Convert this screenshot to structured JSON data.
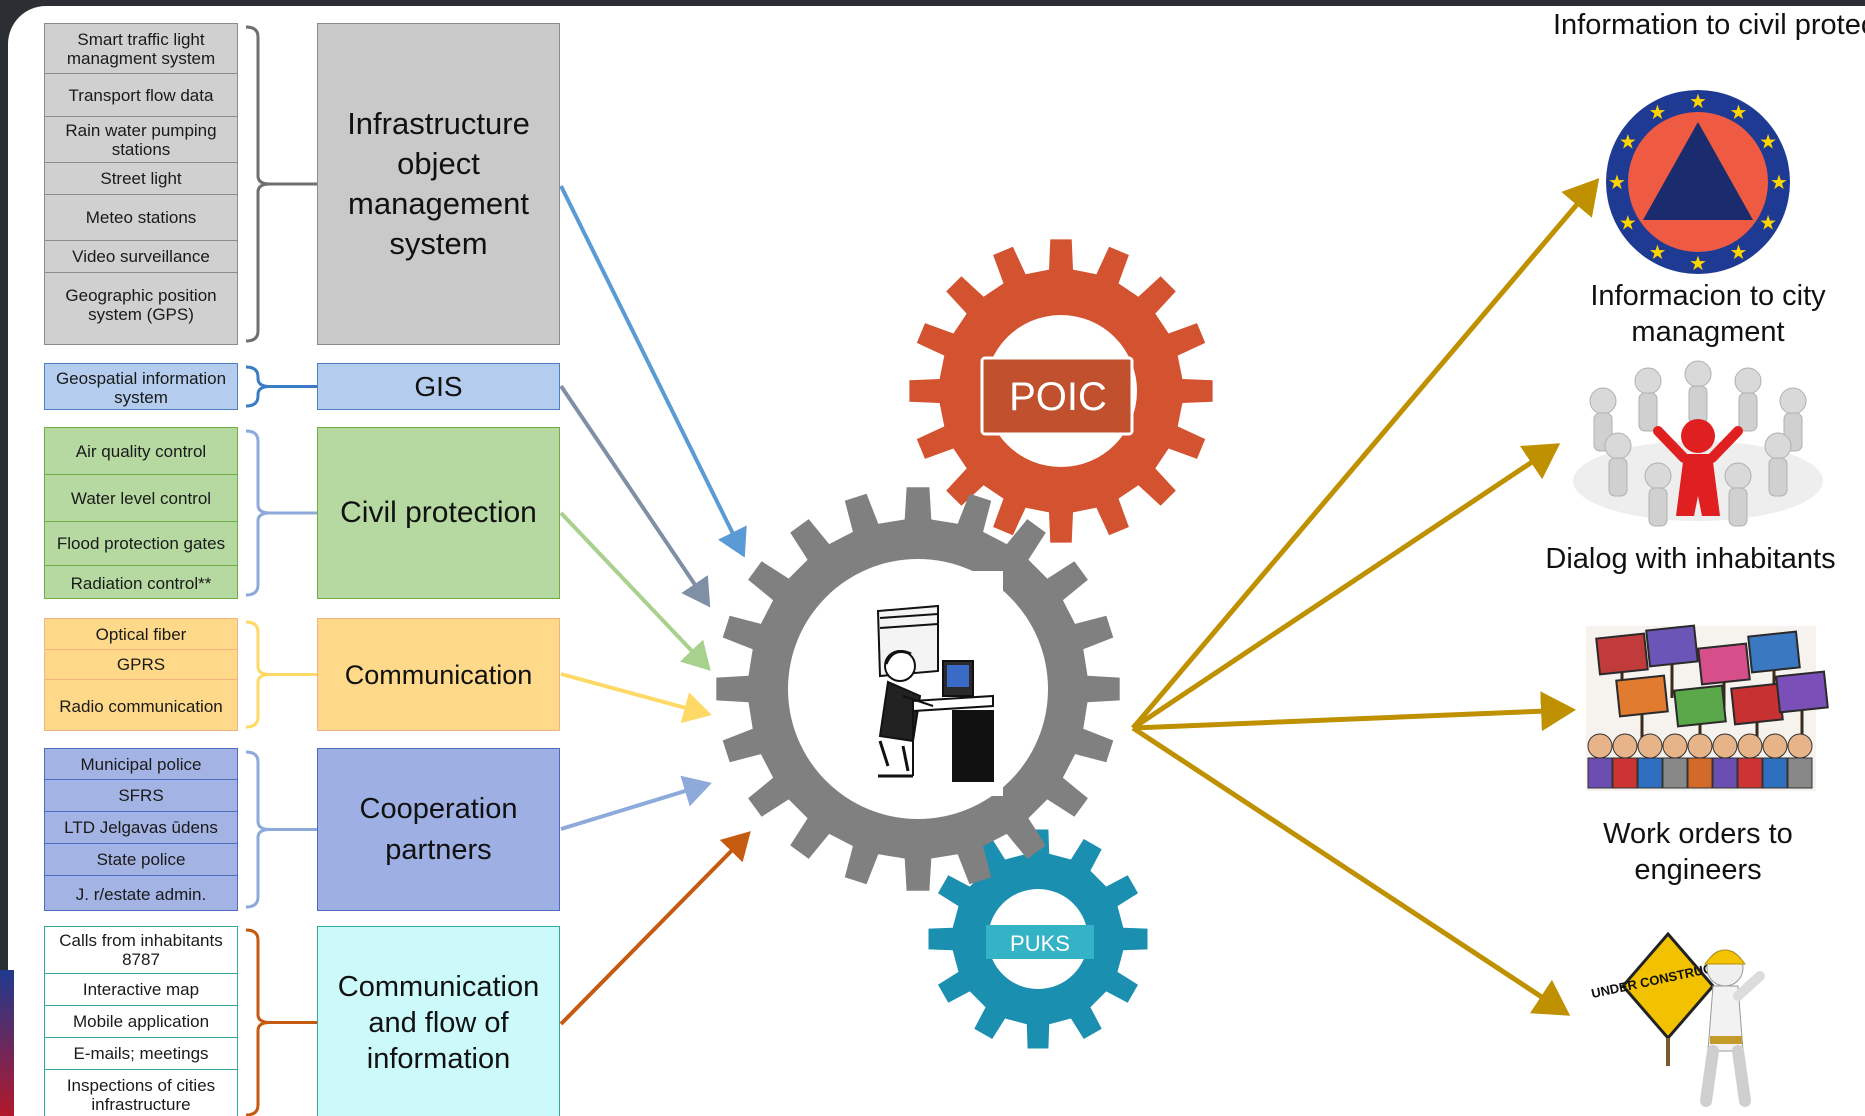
{
  "groups": [
    {
      "items": [
        "Smart traffic light managment system",
        "Transport flow data",
        "Rain water pumping stations",
        "Street light",
        "Meteo stations",
        "Video surveillance",
        "Geographic position system (GPS)"
      ],
      "category": "Infrastructure object management system",
      "fill": "#d0d0d0",
      "cfill": "#c9c9c9",
      "border": "#8c8c8c",
      "bracket": "#6f6f6f",
      "arrow": "#5b9bd5"
    },
    {
      "items": [
        "Geospatial information system"
      ],
      "category": "GIS",
      "fill": "#b4cdee",
      "cfill": "#b4cdee",
      "border": "#4f81bd",
      "bracket": "#3b7dc4",
      "arrow": "#7f8fa6"
    },
    {
      "items": [
        "Air quality control",
        "Water level control",
        "Flood protection gates",
        "Radiation control**"
      ],
      "category": "Civil protection",
      "fill": "#b5d9a0",
      "cfill": "#b5d9a0",
      "border": "#70ad47",
      "bracket": "#8eaadb",
      "arrow": "#a9d18e"
    },
    {
      "items": [
        "Optical fiber",
        "GPRS",
        "Radio communication"
      ],
      "category": "Communication",
      "fill": "#ffd98a",
      "cfill": "#ffd98a",
      "border": "#f4b183",
      "bracket": "#ffd966",
      "arrow": "#ffd966"
    },
    {
      "items": [
        "Municipal police",
        "SFRS",
        "LTD Jelgavas ūdens",
        "State police",
        "J. r/estate admin."
      ],
      "category": "Cooperation partners",
      "fill": "#a3b3e3",
      "cfill": "#9eb0e3",
      "border": "#4f6bbf",
      "bracket": "#8eaadb",
      "arrow": "#8eaadb"
    },
    {
      "items": [
        "Calls from inhabitants 8787",
        "Interactive map",
        "Mobile application",
        "E-mails; meetings",
        "Inspections of cities infrastructure"
      ],
      "category": "Communication and flow of information",
      "fill": "#ffffff",
      "cfill": "#ccfafa",
      "border": "#37a89c",
      "bracket": "#c55a11",
      "arrow": "#c55a11"
    }
  ],
  "gears": {
    "poic": {
      "label": "POIC",
      "color": "#d35230",
      "badge": "#c0502e"
    },
    "center": {
      "color": "#808080"
    },
    "puks": {
      "label": "PUKS",
      "color": "#1a8fb0",
      "badge": "#34b3c7"
    }
  },
  "outputs": [
    {
      "label": "Information to civil protection commission",
      "icon": "civil-protection-emblem-icon"
    },
    {
      "label": "Informacion to city managment",
      "icon": "people-circle-icon"
    },
    {
      "label": "Dialog with inhabitants",
      "icon": "protest-crowd-icon"
    },
    {
      "label": "Work orders to engineers",
      "icon": "under-construction-icon"
    }
  ],
  "construction_sign": "UNDER CONSTRUCTION",
  "output_arrow_color": "#bf9000"
}
